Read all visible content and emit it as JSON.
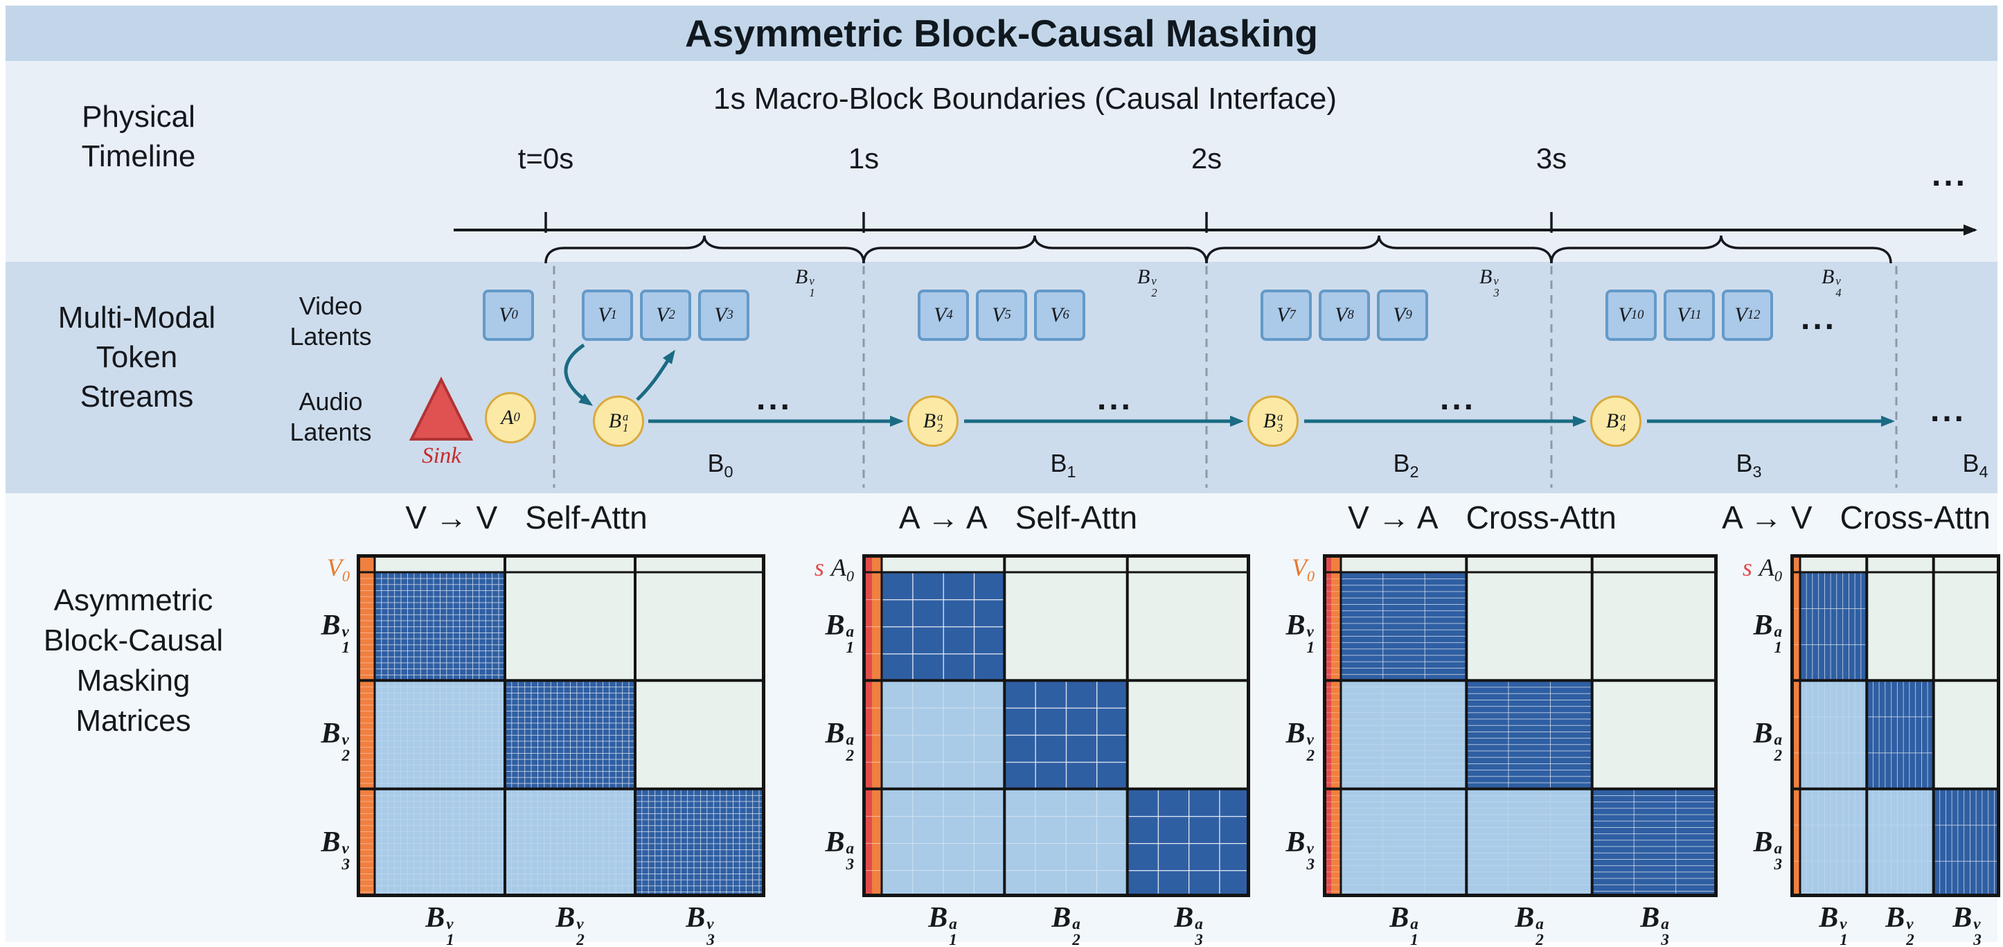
{
  "title": "Asymmetric Block-Causal Masking",
  "timeline": {
    "label": [
      "Physical",
      "Timeline"
    ],
    "header": "1s Macro-Block Boundaries (Causal Interface)",
    "ticks": [
      "t=0s",
      "1s",
      "2s",
      "3s"
    ],
    "ellipsis": "..."
  },
  "streams": {
    "label": [
      "Multi-Modal",
      "Token",
      "Streams"
    ],
    "video_label": [
      "Video",
      "Latents"
    ],
    "audio_label": [
      "Audio",
      "Latents"
    ],
    "sink": "Sink",
    "video_tokens": [
      {
        "base": "V",
        "sub": "0"
      },
      {
        "base": "V",
        "sub": "1"
      },
      {
        "base": "V",
        "sub": "2"
      },
      {
        "base": "V",
        "sub": "3"
      },
      {
        "base": "V",
        "sub": "4"
      },
      {
        "base": "V",
        "sub": "5"
      },
      {
        "base": "V",
        "sub": "6"
      },
      {
        "base": "V",
        "sub": "7"
      },
      {
        "base": "V",
        "sub": "8"
      },
      {
        "base": "V",
        "sub": "9"
      },
      {
        "base": "V",
        "sub": "10"
      },
      {
        "base": "V",
        "sub": "11"
      },
      {
        "base": "V",
        "sub": "12"
      }
    ],
    "video_groups": [
      {
        "base": "B",
        "sup": "v",
        "sub": "1"
      },
      {
        "base": "B",
        "sup": "v",
        "sub": "2"
      },
      {
        "base": "B",
        "sup": "v",
        "sub": "3"
      },
      {
        "base": "B",
        "sup": "v",
        "sub": "4"
      }
    ],
    "audio_a0": {
      "base": "A",
      "sub": "0"
    },
    "audio_blocks": [
      {
        "base": "B",
        "sup": "a",
        "sub": "1"
      },
      {
        "base": "B",
        "sup": "a",
        "sub": "2"
      },
      {
        "base": "B",
        "sup": "a",
        "sub": "3"
      },
      {
        "base": "B",
        "sup": "a",
        "sub": "4"
      }
    ],
    "macro_labels": [
      {
        "base": "B",
        "sub": "0"
      },
      {
        "base": "B",
        "sub": "1"
      },
      {
        "base": "B",
        "sub": "2"
      },
      {
        "base": "B",
        "sub": "3"
      },
      {
        "base": "B",
        "sub": "4"
      }
    ],
    "ellipsis": "..."
  },
  "matrices": {
    "label": [
      "Asymmetric",
      "Block-Causal",
      "Masking",
      "Matrices"
    ],
    "items": [
      {
        "title_pair": "V → V",
        "title_kind": "Self-Attn",
        "corner_sink": "",
        "corner": {
          "base": "V",
          "sub": "0"
        },
        "rows": [
          {
            "base": "B",
            "sup": "v",
            "sub": "1"
          },
          {
            "base": "B",
            "sup": "v",
            "sub": "2"
          },
          {
            "base": "B",
            "sup": "v",
            "sub": "3"
          }
        ],
        "cols": [
          {
            "base": "B",
            "sup": "v",
            "sub": "1"
          },
          {
            "base": "B",
            "sup": "v",
            "sub": "2"
          },
          {
            "base": "B",
            "sup": "v",
            "sub": "3"
          }
        ],
        "sink_strip": "V0",
        "mask_blocks": [
          [
            1,
            0,
            0
          ],
          [
            1,
            1,
            0
          ],
          [
            1,
            1,
            1
          ]
        ]
      },
      {
        "title_pair": "A → A",
        "title_kind": "Self-Attn",
        "corner_sink": "s",
        "corner": {
          "base": "A",
          "sub": "0"
        },
        "rows": [
          {
            "base": "B",
            "sup": "a",
            "sub": "1"
          },
          {
            "base": "B",
            "sup": "a",
            "sub": "2"
          },
          {
            "base": "B",
            "sup": "a",
            "sub": "3"
          }
        ],
        "cols": [
          {
            "base": "B",
            "sup": "a",
            "sub": "1"
          },
          {
            "base": "B",
            "sup": "a",
            "sub": "2"
          },
          {
            "base": "B",
            "sup": "a",
            "sub": "3"
          }
        ],
        "sink_strip": "sink+A0",
        "mask_blocks": [
          [
            1,
            0,
            0
          ],
          [
            1,
            1,
            0
          ],
          [
            1,
            1,
            1
          ]
        ]
      },
      {
        "title_pair": "V → A",
        "title_kind": "Cross-Attn",
        "corner_sink": "",
        "corner": {
          "base": "V",
          "sub": "0"
        },
        "rows": [
          {
            "base": "B",
            "sup": "v",
            "sub": "1"
          },
          {
            "base": "B",
            "sup": "v",
            "sub": "2"
          },
          {
            "base": "B",
            "sup": "v",
            "sub": "3"
          }
        ],
        "cols": [
          {
            "base": "B",
            "sup": "a",
            "sub": "1"
          },
          {
            "base": "B",
            "sup": "a",
            "sub": "2"
          },
          {
            "base": "B",
            "sup": "a",
            "sub": "3"
          }
        ],
        "sink_strip": "sink+A0",
        "mask_blocks": [
          [
            1,
            0,
            0
          ],
          [
            1,
            1,
            0
          ],
          [
            1,
            1,
            1
          ]
        ]
      },
      {
        "title_pair": "A → V",
        "title_kind": "Cross-Attn",
        "corner_sink": "s",
        "corner": {
          "base": "A",
          "sub": "0"
        },
        "rows": [
          {
            "base": "B",
            "sup": "a",
            "sub": "1"
          },
          {
            "base": "B",
            "sup": "a",
            "sub": "2"
          },
          {
            "base": "B",
            "sup": "a",
            "sub": "3"
          }
        ],
        "cols": [
          {
            "base": "B",
            "sup": "v",
            "sub": "1"
          },
          {
            "base": "B",
            "sup": "v",
            "sub": "2"
          },
          {
            "base": "B",
            "sup": "v",
            "sub": "3"
          }
        ],
        "sink_strip": "V0",
        "mask_blocks": [
          [
            1,
            0,
            0
          ],
          [
            1,
            1,
            0
          ],
          [
            1,
            1,
            1
          ]
        ]
      }
    ]
  }
}
